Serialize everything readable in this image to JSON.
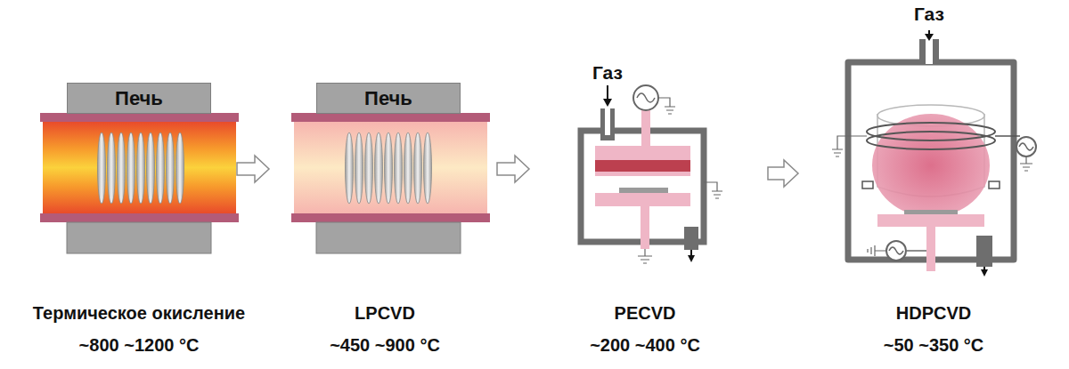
{
  "diagram": {
    "nodes": [
      {
        "text": [
          "Печь"
        ]
      },
      {
        "text": [
          "Печь"
        ]
      }
    ],
    "labels": [
      "Газ",
      "Газ",
      "Термическое окисление",
      "~800 ~1200 °C",
      "LPCVD",
      "~450 ~900 °C",
      "PECVD",
      "~200 ~400 °C",
      "HDPCVD",
      "~50 ~350 °C"
    ]
  }
}
